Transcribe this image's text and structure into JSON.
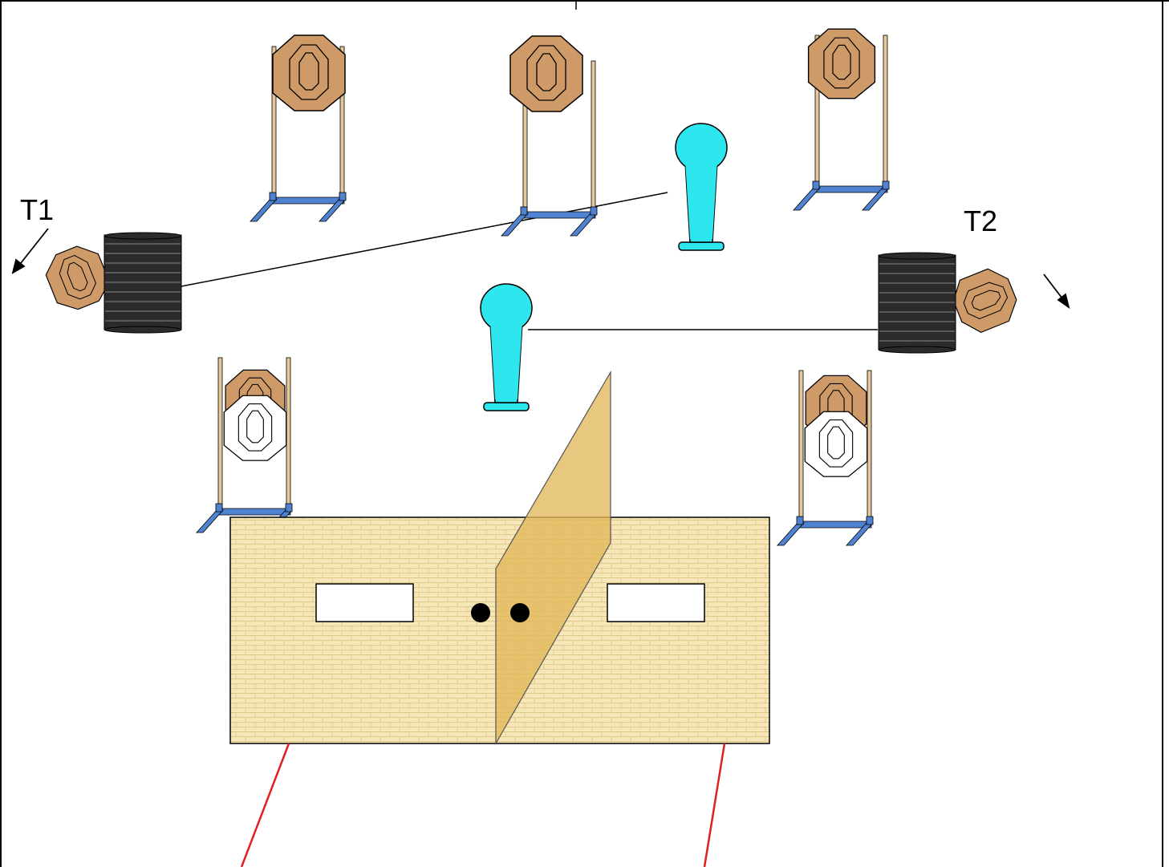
{
  "labels": {
    "t1": "T1",
    "t2": "T2"
  },
  "colors": {
    "target_paper": "#CE9A68",
    "no_shoot_paper": "#FFFFFF",
    "stand_wood": "#E5C79B",
    "stand_base": "#4F83D1",
    "popper": "#2EE6EE",
    "tire": "#2B2B2B",
    "wall": "#F5E6B5",
    "wall_brick_line": "#E0C888",
    "barrier_panel": "#E2B75A",
    "fault_line": "#E02020",
    "activation_cable": "#000000"
  },
  "elements": {
    "activation_movers": [
      "T1",
      "T2"
    ],
    "ports": 2,
    "door_dots": 2
  }
}
